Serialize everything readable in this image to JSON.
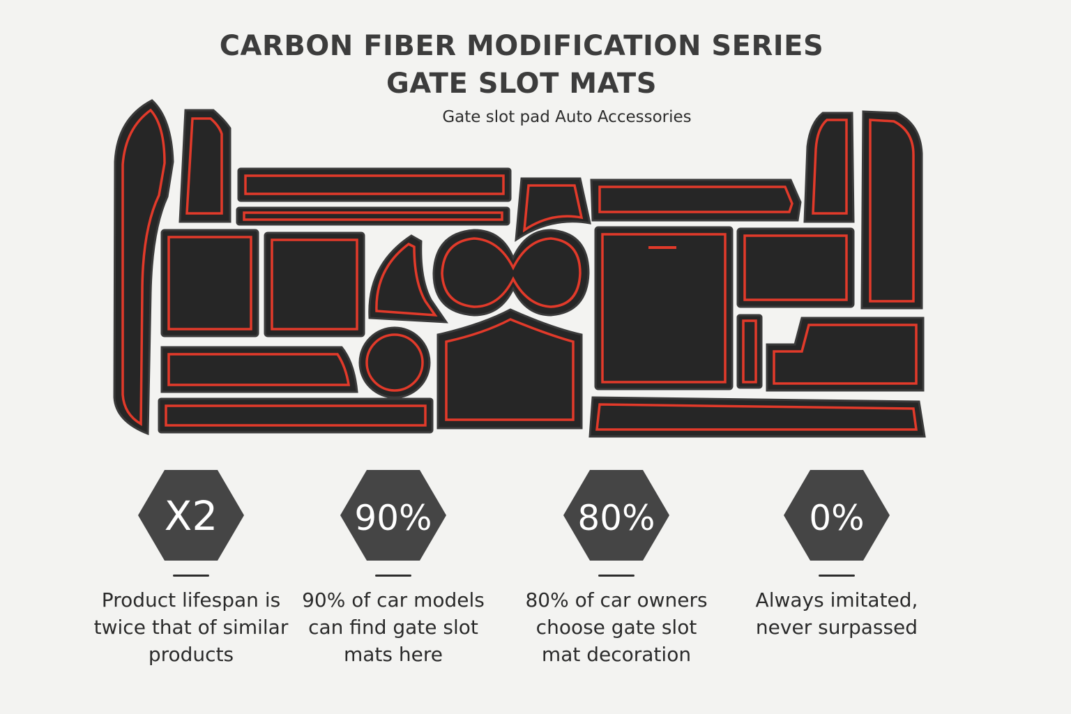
{
  "header": {
    "title_line1": "CARBON FIBER MODIFICATION SERIES",
    "title_line2": "GATE SLOT MATS",
    "subtitle": "Gate slot pad Auto Accessories"
  },
  "colors": {
    "background": "#f3f3f1",
    "mat_fill": "#262626",
    "mat_edge": "#3a3a3a",
    "mat_trim": "#e23a2a",
    "hexagon": "#454545"
  },
  "stats": [
    {
      "value": "X2",
      "description": "Product lifespan is twice that of similar products"
    },
    {
      "value": "90%",
      "description": "90% of car models can find gate slot mats here"
    },
    {
      "value": "80%",
      "description": "80% of car owners choose gate slot mat decoration"
    },
    {
      "value": "0%",
      "description": "Always imitated, never surpassed"
    }
  ]
}
